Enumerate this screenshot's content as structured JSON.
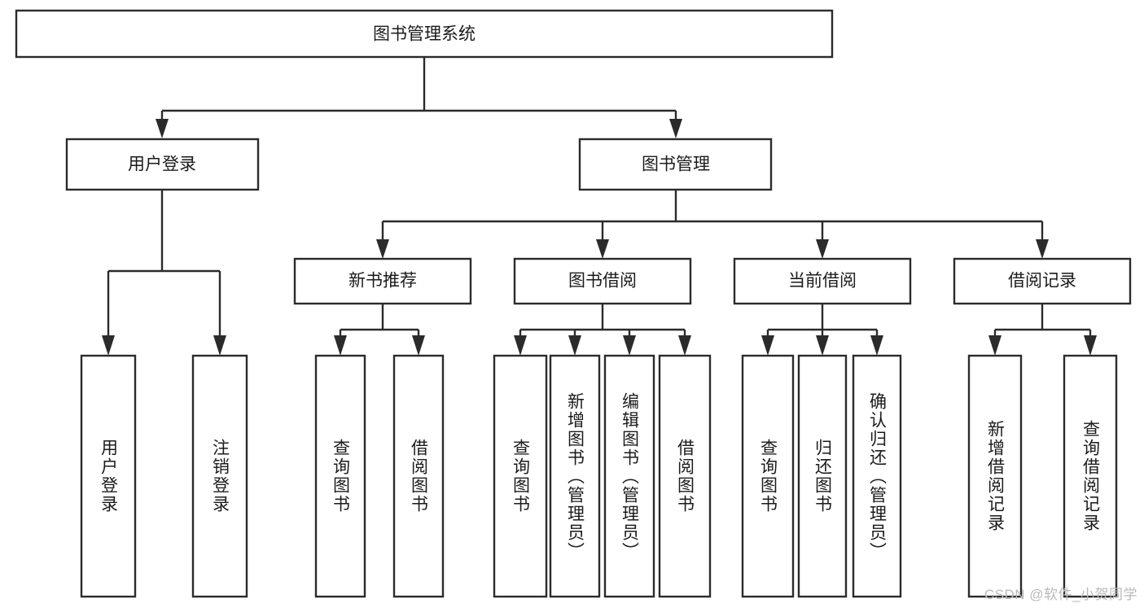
{
  "diagram": {
    "title": "图书管理系统",
    "type": "tree",
    "orientation": "top-down",
    "colors": {
      "box_stroke": "#2b2b2b",
      "box_fill": "#ffffff",
      "text": "#1b1b1b",
      "background": "#ffffff",
      "watermark": "#b9b9b9"
    },
    "root": {
      "id": "root",
      "label": "图书管理系统"
    },
    "level2": [
      {
        "id": "user-login",
        "label": "用户登录"
      },
      {
        "id": "book-management",
        "label": "图书管理"
      }
    ],
    "level3": [
      {
        "id": "new-book-recommend",
        "label": "新书推荐",
        "parent": "book-management"
      },
      {
        "id": "book-borrow",
        "label": "图书借阅",
        "parent": "book-management"
      },
      {
        "id": "current-borrow",
        "label": "当前借阅",
        "parent": "book-management"
      },
      {
        "id": "borrow-record",
        "label": "借阅记录",
        "parent": "book-management"
      }
    ],
    "leaves": {
      "user-login": [
        {
          "id": "leaf-user-login",
          "label": "用户登录"
        },
        {
          "id": "leaf-user-logout",
          "label": "注销登录"
        }
      ],
      "new-book-recommend": [
        {
          "id": "leaf-query-book-1",
          "label": "查询图书"
        },
        {
          "id": "leaf-borrow-book-1",
          "label": "借阅图书"
        }
      ],
      "book-borrow": [
        {
          "id": "leaf-query-book-2",
          "label": "查询图书"
        },
        {
          "id": "leaf-add-book",
          "label": "新增图书（管理员）"
        },
        {
          "id": "leaf-edit-book",
          "label": "编辑图书（管理员）"
        },
        {
          "id": "leaf-borrow-book-2",
          "label": "借阅图书"
        }
      ],
      "current-borrow": [
        {
          "id": "leaf-query-book-3",
          "label": "查询图书"
        },
        {
          "id": "leaf-return-book",
          "label": "归还图书"
        },
        {
          "id": "leaf-confirm-return",
          "label": "确认归还（管理员）"
        }
      ],
      "borrow-record": [
        {
          "id": "leaf-add-record",
          "label": "新增借阅记录"
        },
        {
          "id": "leaf-query-record",
          "label": "查询借阅记录"
        }
      ]
    }
  },
  "watermark": {
    "text": "CSDN @软件_小贺同学"
  }
}
